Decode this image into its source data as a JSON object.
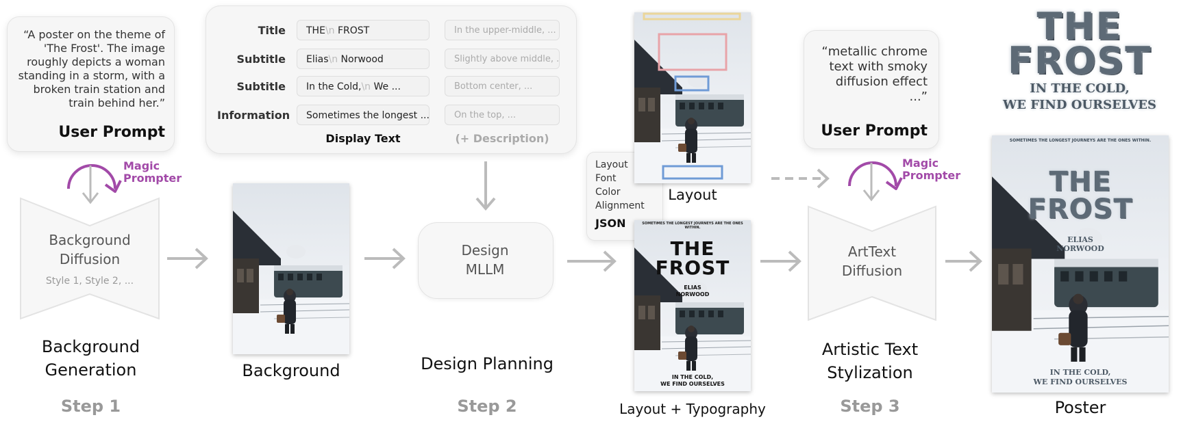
{
  "step1": {
    "prompt_lines": [
      "“A poster on the theme of",
      "'The Frost'. The image",
      "roughly depicts a woman",
      "standing in a storm, with a",
      "broken train station and",
      "train behind her.”"
    ],
    "prompt_title": "User Prompt",
    "magic_line1": "Magic",
    "magic_line2": "Prompter",
    "block_line1": "Background",
    "block_line2": "Diffusion",
    "block_sub": "Style 1, Style 2, ...",
    "caption_line1": "Background",
    "caption_line2": "Generation",
    "step_label": "Step 1"
  },
  "background_caption": "Background",
  "design_table": {
    "rows": [
      {
        "label": "Title",
        "text_a": "THE",
        "nl": "\\n",
        "text_b": " FROST",
        "desc": "In the upper-middle, ..."
      },
      {
        "label": "Subtitle",
        "text_a": "Elias",
        "nl": "\\n",
        "text_b": " Norwood",
        "desc": "Slightly above middle, ..."
      },
      {
        "label": "Subtitle",
        "text_a": "In the Cold,",
        "nl": "\\n",
        "text_b": " We ...",
        "desc": "Bottom center, ..."
      },
      {
        "label": "Information",
        "text_a": "Sometimes the longest ...",
        "nl": "",
        "text_b": "",
        "desc": "On the top, ..."
      }
    ],
    "col_display": "Display Text",
    "col_desc": "(+ Description)"
  },
  "step2": {
    "block_line1": "Design",
    "block_line2": "MLLM",
    "caption": "Design Planning",
    "step_label": "Step 2"
  },
  "json_box": {
    "items": [
      "Layout",
      "Font",
      "Color",
      "Alignment"
    ],
    "title": "JSON"
  },
  "layout_caption": "Layout",
  "typo_caption": "Layout + Typography",
  "poster_small": {
    "top_line": "SOMETIMES THE LONGEST JOURNEYS ARE THE ONES WITHIN.",
    "title1": "THE",
    "title2": "FROST",
    "name1": "ELIAS",
    "name2": "NORWOOD",
    "bottom1": "IN THE COLD,",
    "bottom2": "WE FIND OURSELVES"
  },
  "step3": {
    "prompt_lines": [
      "“metallic chrome",
      "text with smoky",
      "diffusion effect",
      "...”"
    ],
    "prompt_title": "User Prompt",
    "magic_line1": "Magic",
    "magic_line2": "Prompter",
    "block_line1": "ArtText",
    "block_line2": "Diffusion",
    "caption_line1": "Artistic Text",
    "caption_line2": "Stylization",
    "step_label": "Step 3"
  },
  "art_title": {
    "line1": "THE",
    "line2": "FROST",
    "line3": "IN THE COLD,",
    "line4": "WE FIND OURSELVES"
  },
  "poster_final": {
    "top_line": "SOMETIMES THE LONGEST JOURNEYS ARE THE ONES WITHIN.",
    "title1": "THE",
    "title2": "FROST",
    "name1": "ELIAS",
    "name2": "NORWOOD",
    "bottom1": "IN THE COLD,",
    "bottom2": "WE FIND OURSELVES"
  },
  "poster_caption": "Poster",
  "colors": {
    "magic": "#a24aa8",
    "arrow": "#bbbbbb",
    "box_red": "#e8a3a8",
    "box_blue": "#6f9bd6",
    "box_yellow": "#ebd69a"
  }
}
